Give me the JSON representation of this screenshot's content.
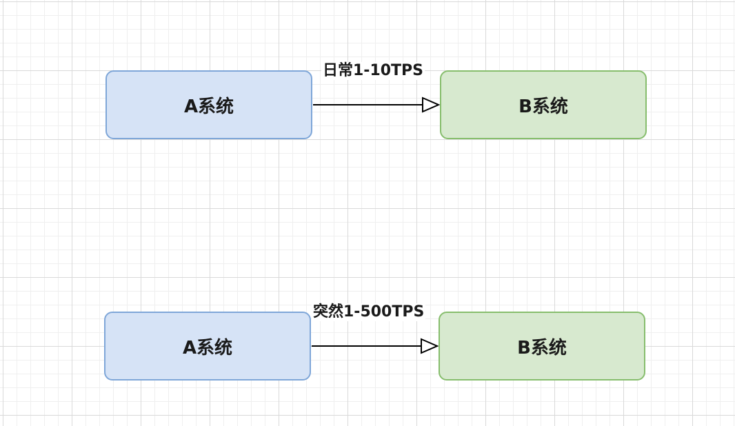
{
  "colors": {
    "system_a_fill": "#d6e3f6",
    "system_a_border": "#7ea6d8",
    "system_b_fill": "#d7e9cf",
    "system_b_border": "#86bd6c",
    "arrow": "#000000"
  },
  "flows": [
    {
      "source": {
        "label": "A系统"
      },
      "target": {
        "label": "B系统"
      },
      "edge_label": "日常1-10TPS",
      "arrow_icon": "hollow-triangle-arrowhead"
    },
    {
      "source": {
        "label": "A系统"
      },
      "target": {
        "label": "B系统"
      },
      "edge_label": "突然1-500TPS",
      "arrow_icon": "hollow-triangle-arrowhead"
    }
  ]
}
